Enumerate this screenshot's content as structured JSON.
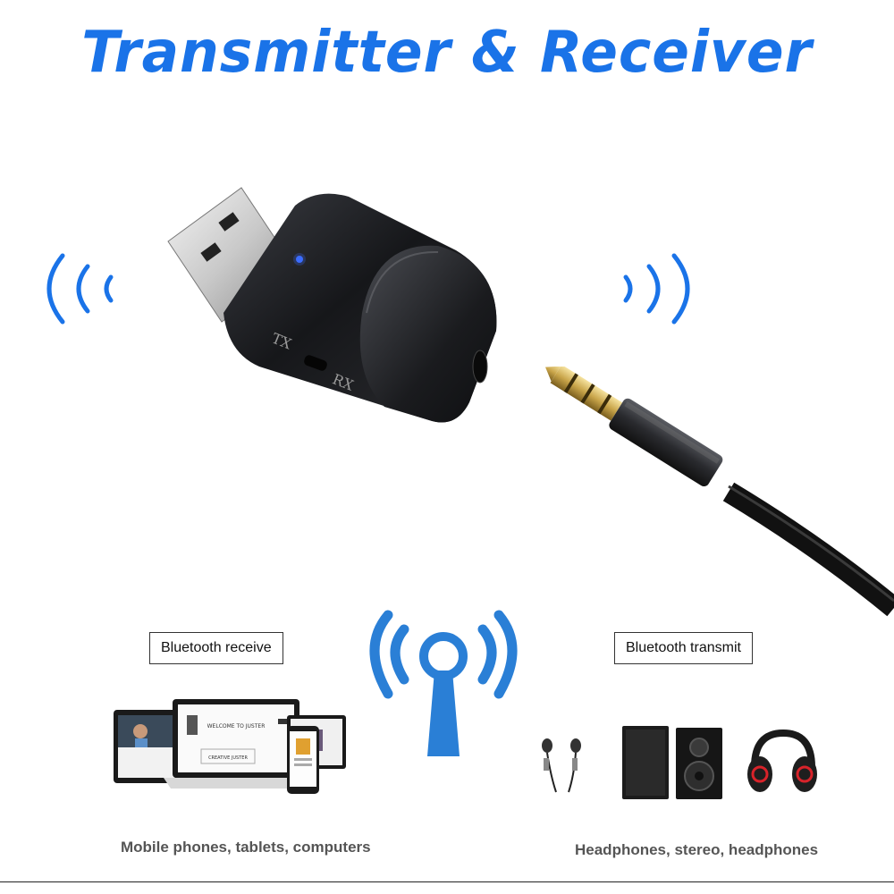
{
  "title": "Transmitter & Receiver",
  "device": {
    "tx_mark": "TX",
    "rx_mark": "RX"
  },
  "labels": {
    "receive": "Bluetooth receive",
    "transmit": "Bluetooth transmit"
  },
  "captions": {
    "left": "Mobile phones, tablets, computers",
    "right": "Headphones, stereo, headphones"
  },
  "screens": {
    "laptop_heading": "WELCOME TO JUSTER",
    "laptop_sub": "CREATIVE JUSTER"
  },
  "colors": {
    "accent": "#1a73e8",
    "antenna": "#2a7fd6",
    "device_body": "#1b1c20",
    "gold": "#c9a54a"
  }
}
